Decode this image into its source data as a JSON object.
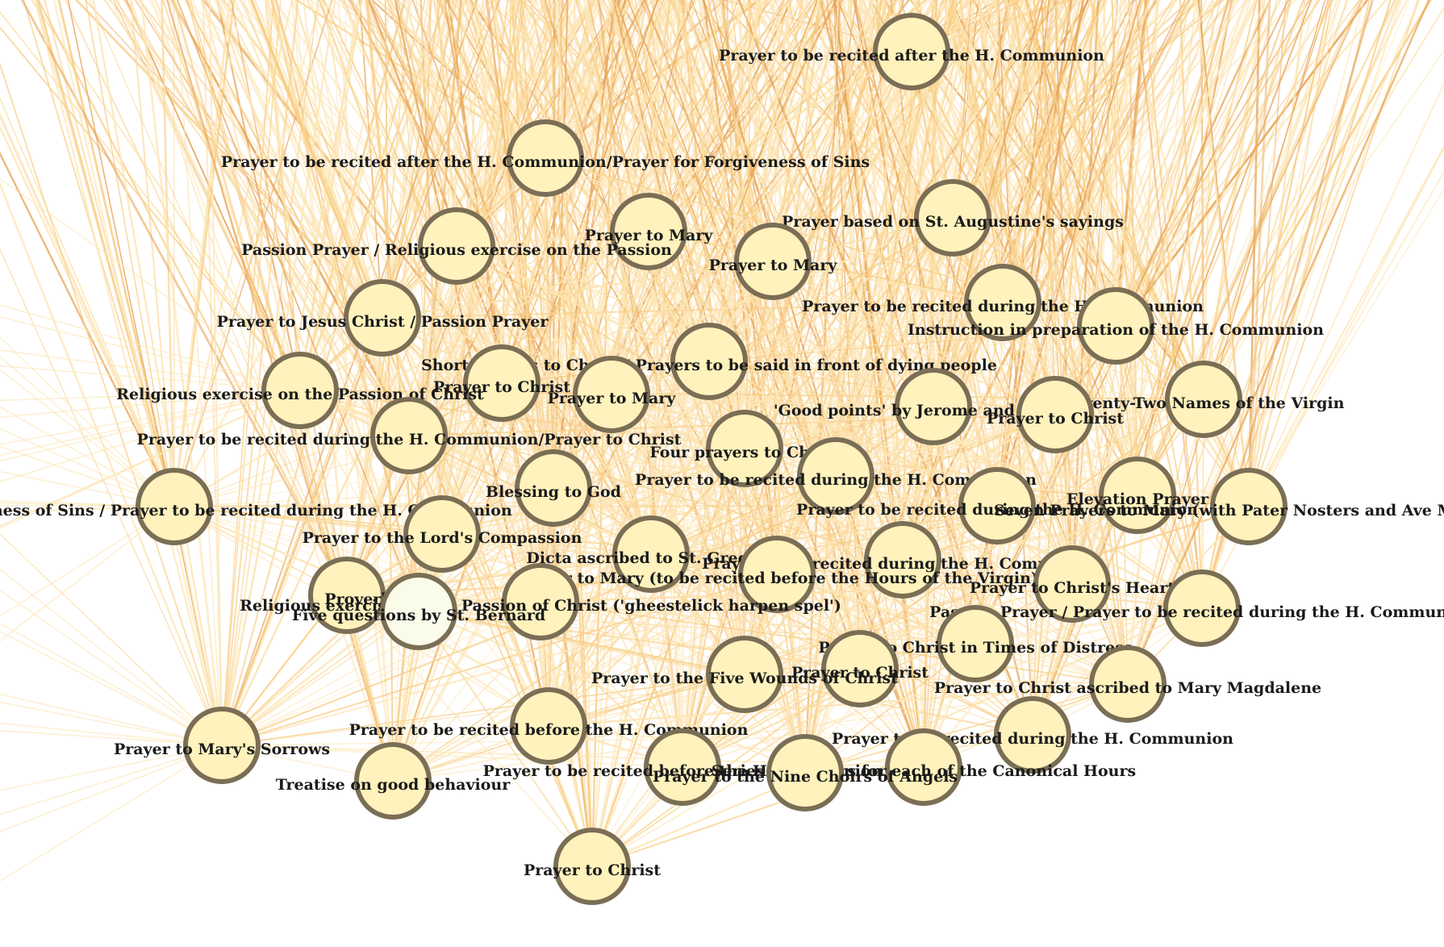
{
  "colors": {
    "node_fill": "#fff2bc",
    "node_fill_alt": "#fbfbea",
    "node_stroke": "#7a6e55",
    "edge_light": "#fde6b6",
    "edge_mid": "#f8cd84",
    "edge_dark": "#e7a55a",
    "label": "#1a1a1a"
  },
  "nodes": [
    {
      "id": "n1",
      "label": "Prayer to be recited after the H. Communion"
    },
    {
      "id": "n2",
      "label": "Prayer to be recited after the H. Communion/Prayer for Forgiveness of Sins"
    },
    {
      "id": "n3",
      "label": "Prayer to Mary"
    },
    {
      "id": "n4",
      "label": "Prayer based on St. Augustine's sayings"
    },
    {
      "id": "n5",
      "label": "Passion Prayer / Religious exercise on the Passion"
    },
    {
      "id": "n6",
      "label": "Prayer to Mary"
    },
    {
      "id": "n7",
      "label": "Prayer to be recited during the H. Communion"
    },
    {
      "id": "n8",
      "label": "Prayer to Jesus Christ / Passion Prayer"
    },
    {
      "id": "n9",
      "label": "Instruction in preparation of the H. Communion"
    },
    {
      "id": "n10",
      "label": "Short prayers to Christ / Prayers to be said in front of dying people"
    },
    {
      "id": "n11",
      "label": "Prayer to Christ"
    },
    {
      "id": "n12",
      "label": "Religious exercise on the Passion of Christ"
    },
    {
      "id": "n13",
      "label": "Prayer to Mary"
    },
    {
      "id": "n14",
      "label": "'Good points' by Jerome and Albertus"
    },
    {
      "id": "n15",
      "label": "Seventy-Two Names of the Virgin"
    },
    {
      "id": "n16",
      "label": "Prayer to Christ"
    },
    {
      "id": "n17",
      "label": "Prayer to be recited during the H. Communion/Prayer to Christ"
    },
    {
      "id": "n18",
      "label": "Four prayers to Christ"
    },
    {
      "id": "n19",
      "label": "Blessing to God"
    },
    {
      "id": "n20",
      "label": "Prayer to be recited during the H. Communion"
    },
    {
      "id": "n21",
      "label": "Elevation Prayer"
    },
    {
      "id": "n22",
      "label": "Prayer for Forgiveness of Sins / Prayer to be recited during the H. Communion"
    },
    {
      "id": "n23",
      "label": "Prayer to be recited during the H. Communion"
    },
    {
      "id": "n24",
      "label": "Seven Prayers to Mary (with Pater Nosters and Ave Marias)"
    },
    {
      "id": "n25",
      "label": "Prayer to the Lord's Compassion"
    },
    {
      "id": "n26",
      "label": "Dicta ascribed to St. Gregory"
    },
    {
      "id": "n27",
      "label": "Prayer to be recited during the H. Communion"
    },
    {
      "id": "n28",
      "label": "Prayer to Mary (to be recited before the Hours of the Virgin)"
    },
    {
      "id": "n29",
      "label": "Prayer to Christ's Heart"
    },
    {
      "id": "n30",
      "label": "Proverb"
    },
    {
      "id": "n31",
      "label": "Religious exercise on the Passion of Christ ('gheestelick harpen spel')"
    },
    {
      "id": "n32",
      "label": "Five questions by St. Bernard"
    },
    {
      "id": "n33",
      "label": "Passion Prayer / Prayer to be recited during the H. Communion"
    },
    {
      "id": "n34",
      "label": "Prayer to Christ in Times of Distress"
    },
    {
      "id": "n35",
      "label": "Prayer to Christ"
    },
    {
      "id": "n36",
      "label": "Prayer to the Five Wounds of Christ"
    },
    {
      "id": "n37",
      "label": "Prayer to Christ ascribed to Mary Magdalene"
    },
    {
      "id": "n38",
      "label": "Prayer to be recited before the H. Communion"
    },
    {
      "id": "n39",
      "label": "Prayer to be recited during the H. Communion"
    },
    {
      "id": "n40",
      "label": "Prayer to Mary's Sorrows"
    },
    {
      "id": "n41",
      "label": "Prayer to be recited before the H. Communion"
    },
    {
      "id": "n42",
      "label": "Series of prayers for each of the Canonical Hours"
    },
    {
      "id": "n43",
      "label": "Prayer to the Nine Choirs of Angels"
    },
    {
      "id": "n44",
      "label": "Treatise on good behaviour"
    },
    {
      "id": "n45",
      "label": "Prayer to Christ"
    }
  ]
}
